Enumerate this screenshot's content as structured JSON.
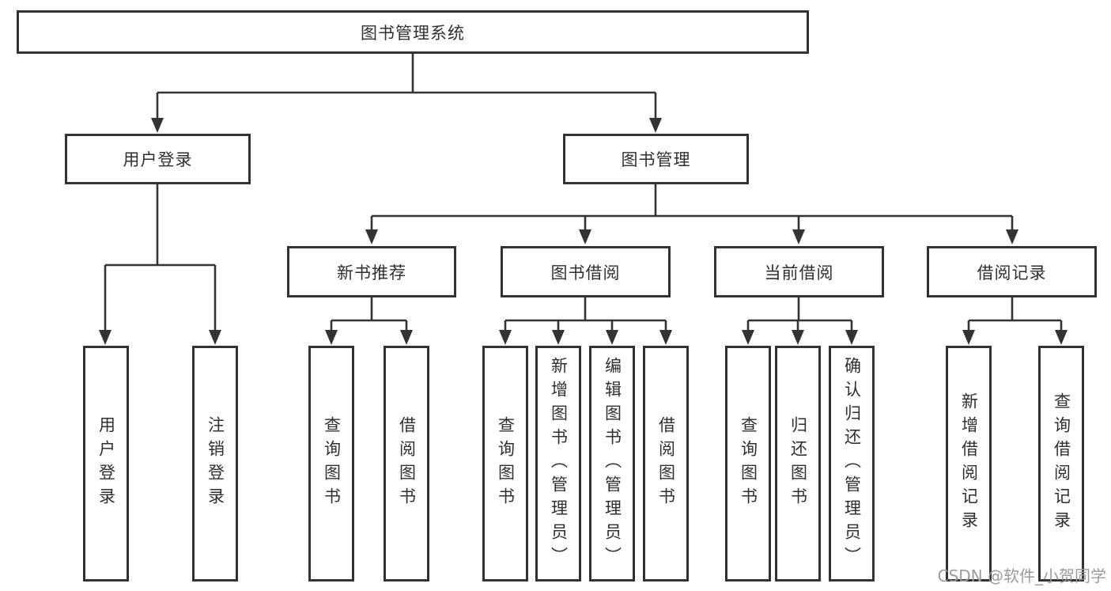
{
  "diagram": {
    "root": "图书管理系统",
    "branches": [
      {
        "label": "用户登录",
        "children": [
          "用户登录",
          "注销登录"
        ]
      },
      {
        "label": "图书管理",
        "sections": [
          {
            "label": "新书推荐",
            "children": [
              "查询图书",
              "借阅图书"
            ]
          },
          {
            "label": "图书借阅",
            "children": [
              "查询图书",
              "新增图书（管理员）",
              "编辑图书（管理员）",
              "借阅图书"
            ]
          },
          {
            "label": "当前借阅",
            "children": [
              "查询图书",
              "归还图书",
              "确认归还（管理员）"
            ]
          },
          {
            "label": "借阅记录",
            "children": [
              "新增借阅记录",
              "查询借阅记录"
            ]
          }
        ]
      }
    ],
    "watermark": "CSDN @软件_小贺同学",
    "colors": {
      "line": "#333333",
      "text": "#2f2f2f",
      "background": "#ffffff",
      "watermark": "#9b9b9b"
    }
  }
}
